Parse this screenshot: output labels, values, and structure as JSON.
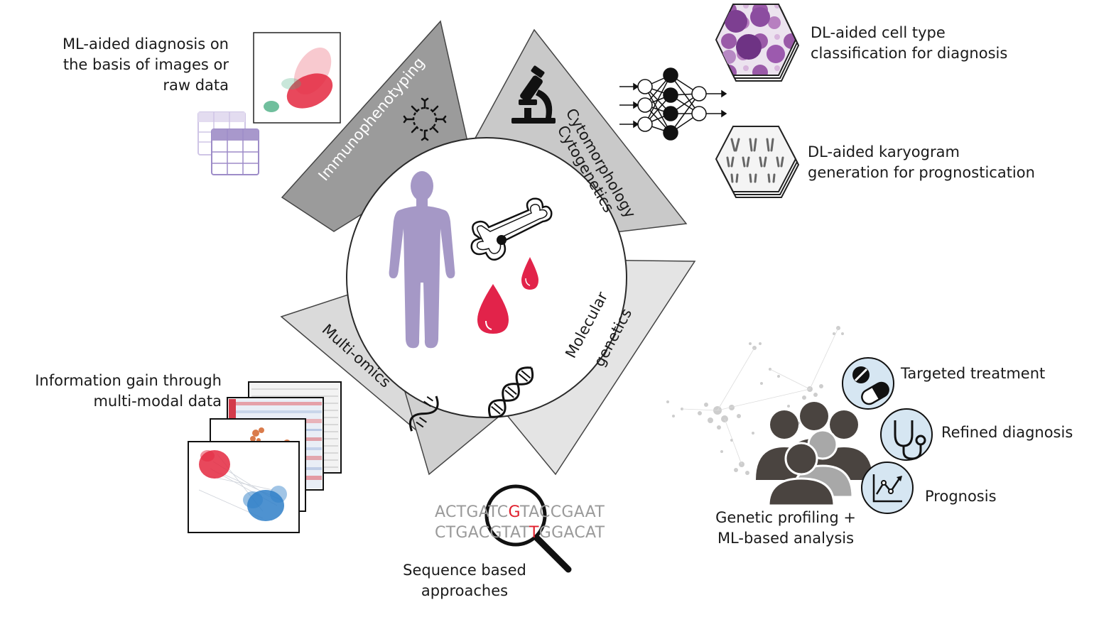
{
  "segments": {
    "immunophenotyping": "Immunophenotyping",
    "cytomorphology": "Cytomorphology",
    "cytogenetics": "Cytogenetics",
    "molecular": "Molecular",
    "genetics": "genetics",
    "multiomics": "Multi-omics"
  },
  "annotations": {
    "ml_diagnosis": [
      "ML-aided diagnosis on",
      "the basis of images or",
      "raw data"
    ],
    "dl_cell_type": [
      "DL-aided cell type",
      "classification for diagnosis"
    ],
    "dl_karyogram": [
      "DL-aided karyogram",
      "generation for prognostication"
    ],
    "multimodal": [
      "Information gain through",
      "multi-modal data"
    ],
    "sequence": [
      "Sequence based",
      "approaches"
    ],
    "genetic_profiling": [
      "Genetic profiling +",
      "ML-based analysis"
    ]
  },
  "outcomes": {
    "targeted": "Targeted treatment",
    "refined": "Refined diagnosis",
    "prognosis": "Prognosis"
  },
  "sequence_text": {
    "line1_a": "ACTGATC",
    "line1_hl": "G",
    "line1_b": "TACCGAAT",
    "line2_a": "CTGACGTAT",
    "line2_hl": "T",
    "line2_b": "GGACAT"
  },
  "icons": [
    "cell-surface-marker-icon",
    "microscope-icon",
    "dna-helix-icon",
    "rna-strand-icon",
    "human-body-icon",
    "bone-icon",
    "blood-drop-icon",
    "neural-network-icon",
    "magnifier-icon",
    "pill-icon",
    "stethoscope-icon",
    "trend-chart-icon",
    "people-group-icon",
    "table-icon",
    "scatter-plot-icon"
  ],
  "colors": {
    "segment_dark": "#9b9b9b",
    "segment_mid": "#c9c9c9",
    "segment_light": "#e4e4e4",
    "body": "#a598c6",
    "blood": "#e2234a",
    "scatter_red": "#e4283f",
    "scatter_green": "#4caf85",
    "scatter_blue": "#2f7fc8",
    "table": "#b5a6d6",
    "outcome_circle": "#d6e6f2",
    "people": "#4a4440",
    "highlight": "#e0202d"
  }
}
